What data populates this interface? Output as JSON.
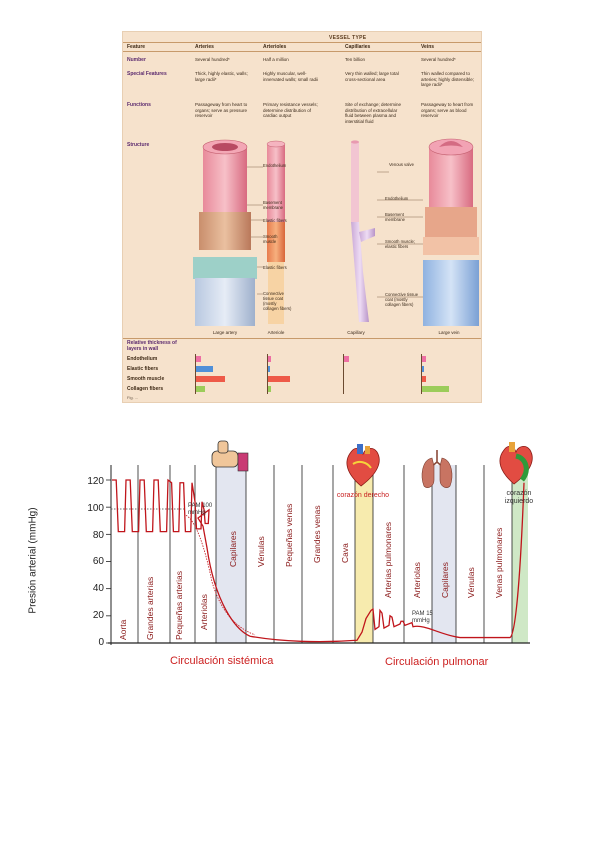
{
  "vessel_table": {
    "title": "VESSEL TYPE",
    "headers": [
      "Feature",
      "Arteries",
      "Arterioles",
      "Capillaries",
      "Veins"
    ],
    "rows": [
      {
        "label": "Number",
        "cells": [
          "Several hundred*",
          "Half a million",
          "Ten billion",
          "Several hundred*"
        ]
      },
      {
        "label": "Special Features",
        "cells": [
          "Thick, highly elastic, walls; large radii*",
          "Highly muscular, well-innervated walls; small radii",
          "Very thin walled; large total cross-sectional area",
          "Thin walled compared to arteries; highly distensible; large radii*"
        ]
      },
      {
        "label": "Functions",
        "cells": [
          "Passageway from heart to organs; serve as pressure reservoir",
          "Primary resistance vessels; determine distribution of cardiac output",
          "Site of exchange; determine distribution of extracellular fluid between plasma and interstitial fluid",
          "Passageway to heart from organs; serve as blood reservoir"
        ]
      }
    ],
    "structure_label": "Structure",
    "structure_labels": {
      "arteriole_side": [
        "Endothelium",
        "Basement membrane",
        "Elastic fibers",
        "Smooth muscle",
        "Elastic fibers",
        "Connective tissue coat (mostly collagen fibers)"
      ],
      "vein_side": [
        "Venous valve",
        "Endothelium",
        "Basement membrane",
        "Smooth muscle; elastic fibers",
        "Connective tissue coat (mostly collagen fibers)"
      ]
    },
    "vessel_names": [
      "Large artery",
      "Arteriole",
      "Capillary",
      "Large vein"
    ],
    "thickness_title": "Relative thickness of layers in wall",
    "layers": [
      "Endothelium",
      "Elastic fibers",
      "Smooth muscle",
      "Collagen fibers"
    ],
    "layer_colors": [
      "#ee6fa3",
      "#4f8fd8",
      "#ee5a48",
      "#9ccc5a"
    ],
    "thickness": {
      "Large artery": [
        0.12,
        0.35,
        0.6,
        0.2
      ],
      "Arteriole": [
        0.08,
        0.05,
        0.45,
        0.08
      ],
      "Capillary": [
        0.12,
        0,
        0,
        0
      ],
      "Large vein": [
        0.1,
        0.06,
        0.1,
        0.55
      ]
    },
    "caption": "Fig. ..."
  },
  "pressure_chart": {
    "chart_data": {
      "type": "line",
      "ylabel": "Presión arterial (mmHg)",
      "yticks": [
        0,
        20,
        40,
        60,
        80,
        100,
        120
      ],
      "ylim": [
        0,
        120
      ],
      "segments": [
        "Aorta",
        "Grandes arterias",
        "Pequeñas arterias",
        "Arteriolas",
        "Capilares",
        "Vénulas",
        "Pequeñas venas",
        "Grandes venas",
        "Cava",
        "Arterias pulmonares",
        "Arteriolas",
        "Capilares",
        "Vénulas",
        "Venas pulmonares"
      ],
      "mean_pressure_systemic": "PAM 100 mmHg",
      "mean_pressure_pulmonary": "PAM 15 mmHg",
      "systemic_label": "Circulación sistémica",
      "pulmonary_label": "Circulación pulmonar",
      "heart_right": "corazón derecho",
      "heart_left": "corazón izquierdo",
      "line_color": "#c0151b"
    }
  }
}
